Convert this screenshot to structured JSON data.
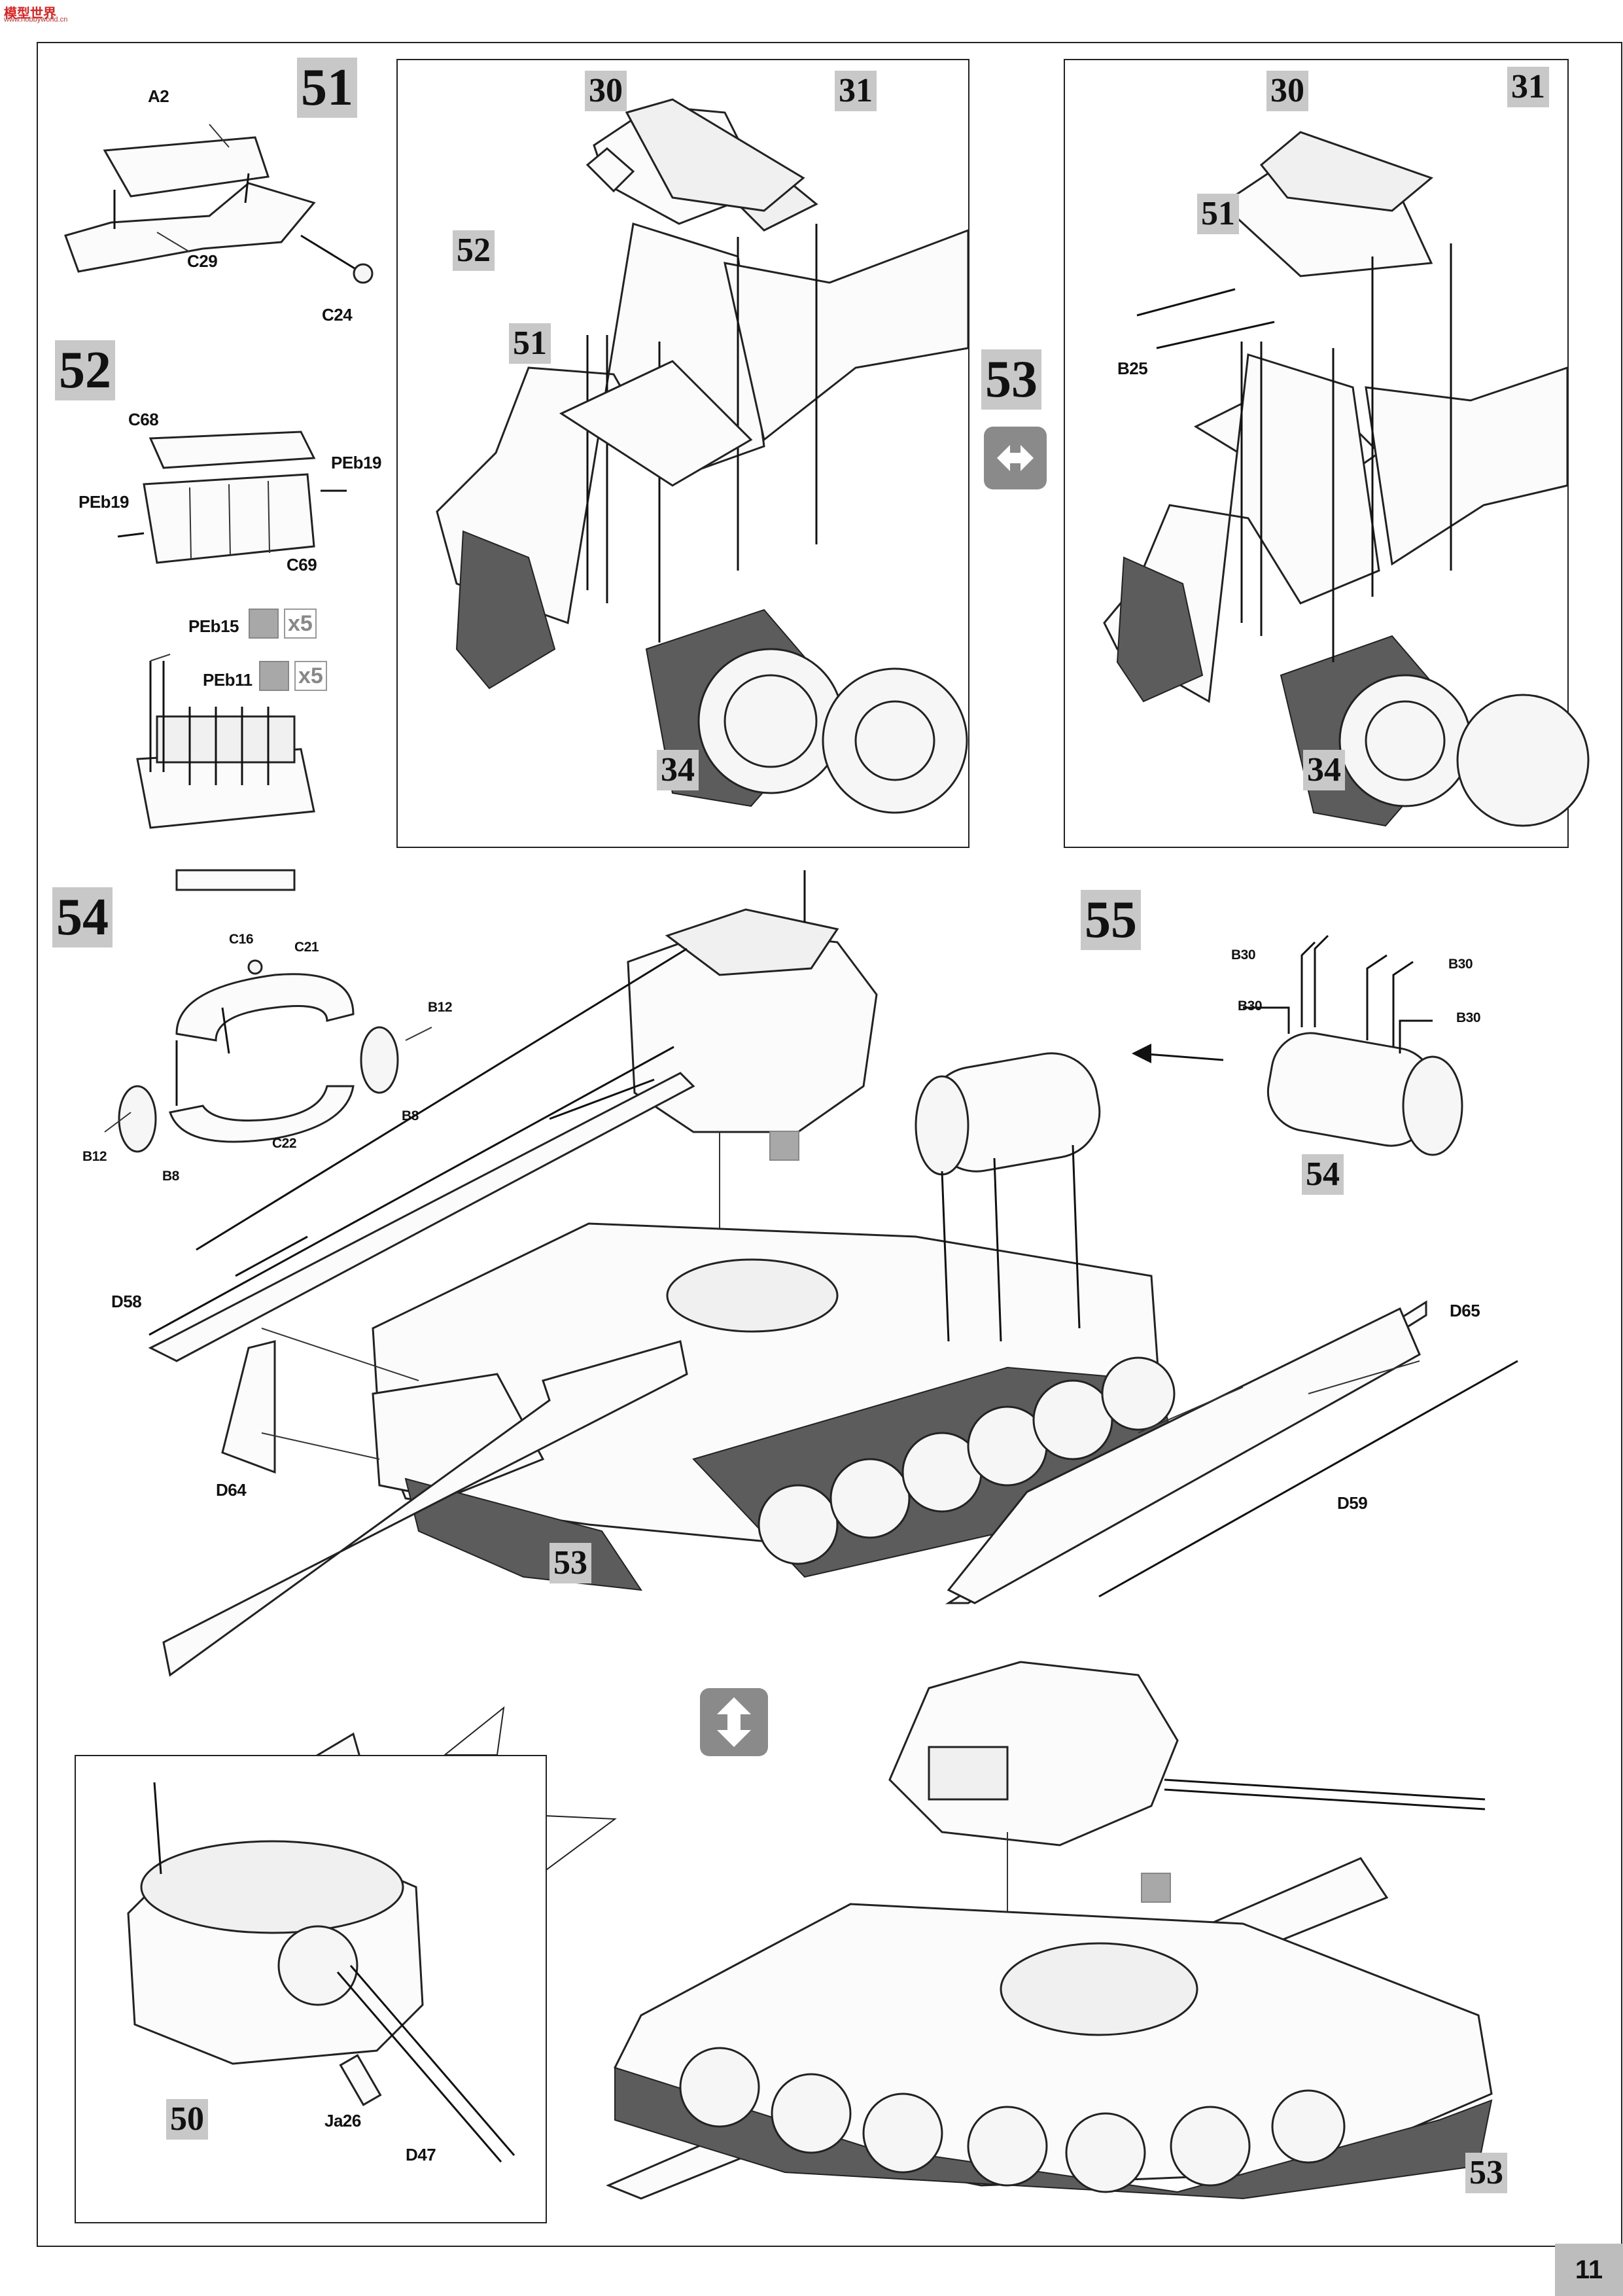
{
  "watermark": {
    "brand": "模型世界",
    "site": "www.hobbyworld.cn"
  },
  "page_number": "11",
  "steps": {
    "s51": "51",
    "s52": "52",
    "s53": "53",
    "s54": "54",
    "s55": "55"
  },
  "step51_parts": {
    "a2": "A2",
    "c29": "C29",
    "c24": "C24"
  },
  "step52_parts": {
    "c68": "C68",
    "peb19a": "PEb19",
    "peb19b": "PEb19",
    "c69": "C69",
    "peb15": "PEb15",
    "peb11": "PEb11",
    "x5a": "x5",
    "x5b": "x5"
  },
  "panel_a": {
    "r30": "30",
    "r31": "31",
    "r52": "52",
    "r51": "51",
    "r34": "34"
  },
  "panel_b": {
    "r30": "30",
    "r31": "31",
    "r51": "51",
    "b25": "B25",
    "r34": "34"
  },
  "step54_parts": {
    "c16": "C16",
    "c21": "C21",
    "b12a": "B12",
    "b12b": "B12",
    "b8a": "B8",
    "b8b": "B8",
    "c22": "C22"
  },
  "step55_parts": {
    "b30a": "B30",
    "b30b": "B30",
    "b30c": "B30",
    "b30d": "B30",
    "r54": "54"
  },
  "hull_parts": {
    "d58": "D58",
    "d64": "D64",
    "d65": "D65",
    "d59": "D59",
    "r53": "53"
  },
  "inset_parts": {
    "r50": "50",
    "ja26": "Ja26",
    "d47": "D47"
  },
  "final": {
    "r53": "53"
  },
  "icons": [
    "option-icon",
    "flip-over-icon",
    "glue-icon",
    "photo-etch-icon"
  ]
}
